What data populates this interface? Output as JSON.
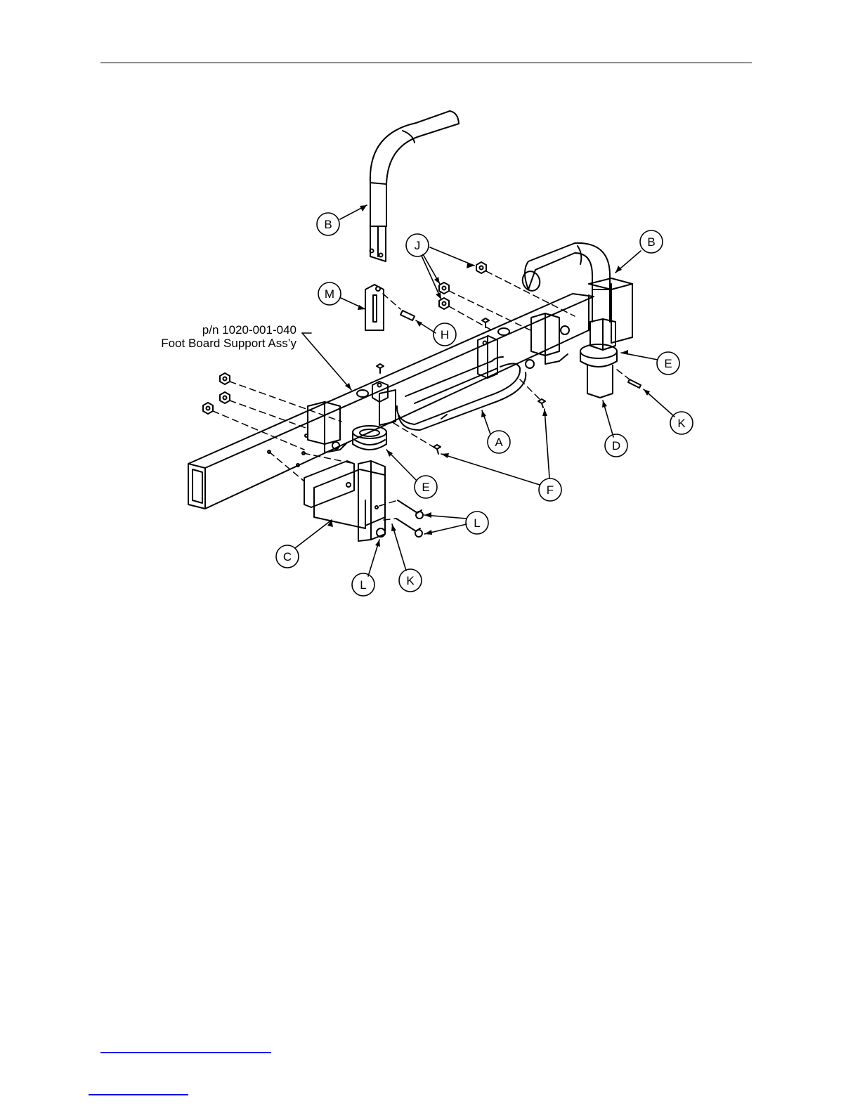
{
  "assembly_note": {
    "part_number": "p/n 1020-001-040",
    "name": "Foot Board Support Ass’y"
  },
  "callouts": [
    {
      "id": "B1",
      "letter": "B"
    },
    {
      "id": "B2",
      "letter": "B"
    },
    {
      "id": "J",
      "letter": "J"
    },
    {
      "id": "M",
      "letter": "M"
    },
    {
      "id": "H",
      "letter": "H"
    },
    {
      "id": "E1",
      "letter": "E"
    },
    {
      "id": "K1",
      "letter": "K"
    },
    {
      "id": "D",
      "letter": "D"
    },
    {
      "id": "A",
      "letter": "A"
    },
    {
      "id": "E2",
      "letter": "E"
    },
    {
      "id": "F",
      "letter": "F"
    },
    {
      "id": "L1",
      "letter": "L"
    },
    {
      "id": "C",
      "letter": "C"
    },
    {
      "id": "L2",
      "letter": "L"
    },
    {
      "id": "K2",
      "letter": "K"
    }
  ],
  "colors": {
    "ink": "#000000",
    "link": "#0000ee",
    "paper": "#ffffff"
  }
}
